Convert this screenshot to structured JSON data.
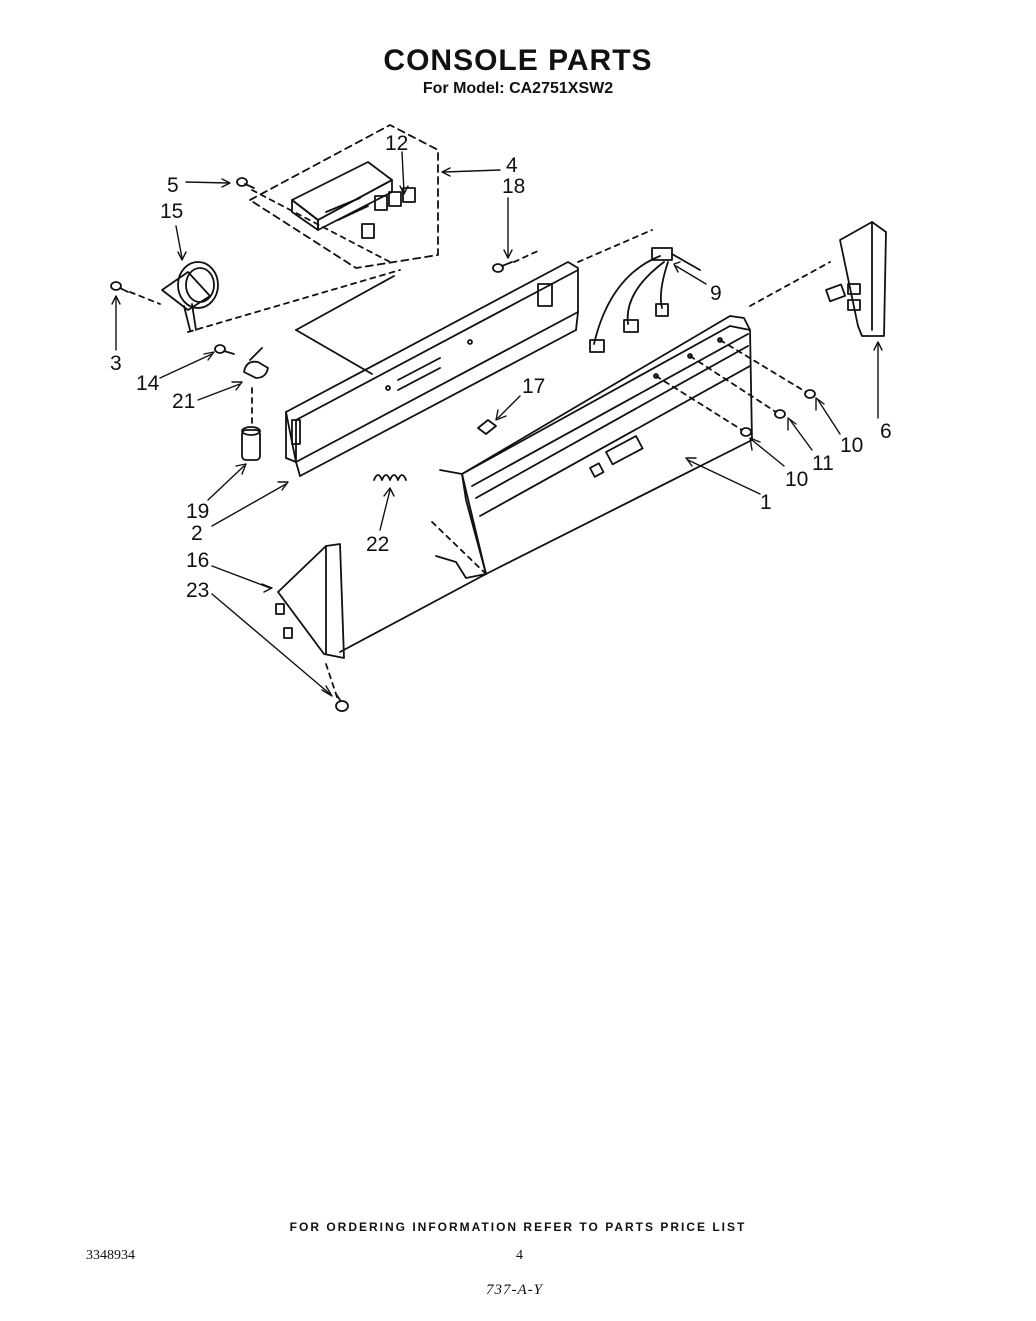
{
  "header": {
    "title": "CONSOLE PARTS",
    "subtitle": "For Model: CA2751XSW2"
  },
  "callouts": [
    "1",
    "2",
    "3",
    "4",
    "5",
    "6",
    "9",
    "10",
    "10",
    "11",
    "12",
    "14",
    "15",
    "16",
    "17",
    "18",
    "19",
    "21",
    "22",
    "23"
  ],
  "footer": {
    "note": "FOR ORDERING INFORMATION REFER TO PARTS PRICE LIST",
    "doc_number": "3348934",
    "page_number": "4",
    "code": "737-A-Y"
  }
}
